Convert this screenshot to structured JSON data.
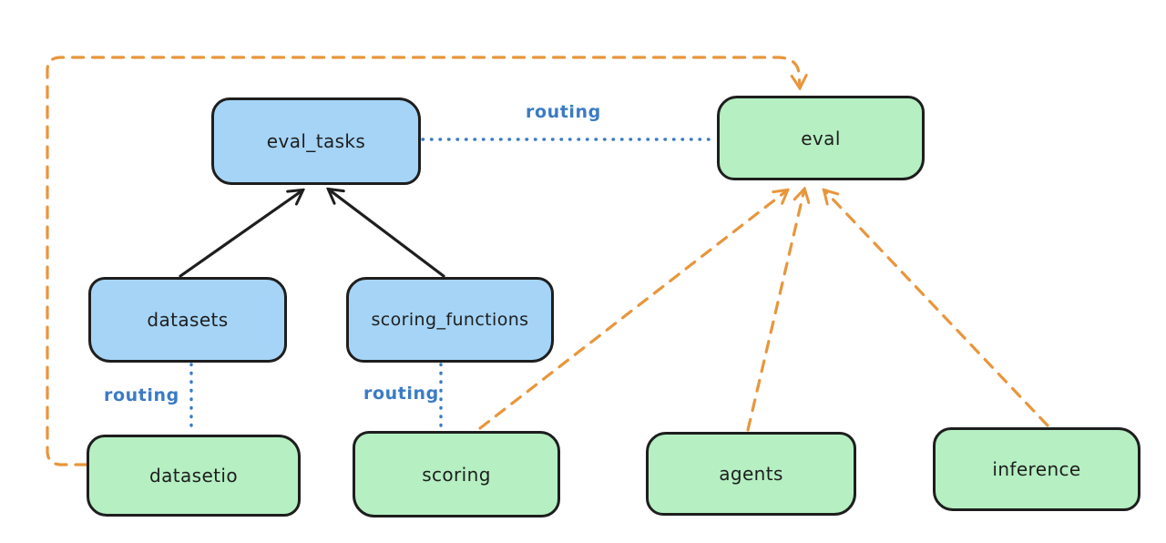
{
  "diagram": {
    "nodes": [
      {
        "id": "eval_tasks",
        "label": "eval_tasks",
        "fill": "blue"
      },
      {
        "id": "eval",
        "label": "eval",
        "fill": "green"
      },
      {
        "id": "datasets",
        "label": "datasets",
        "fill": "blue"
      },
      {
        "id": "scoring_functions",
        "label": "scoring_functions",
        "fill": "blue"
      },
      {
        "id": "datasetio",
        "label": "datasetio",
        "fill": "green"
      },
      {
        "id": "scoring",
        "label": "scoring",
        "fill": "green"
      },
      {
        "id": "agents",
        "label": "agents",
        "fill": "green"
      },
      {
        "id": "inference",
        "label": "inference",
        "fill": "green"
      }
    ],
    "edges": [
      {
        "from": "eval_tasks",
        "to": "eval",
        "style": "dotted",
        "color": "blue",
        "label": "routing"
      },
      {
        "from": "datasets",
        "to": "datasetio",
        "style": "dotted",
        "color": "blue",
        "label": "routing"
      },
      {
        "from": "scoring_functions",
        "to": "scoring",
        "style": "dotted",
        "color": "blue",
        "label": "routing"
      },
      {
        "from": "datasets",
        "to": "eval_tasks",
        "style": "solid",
        "color": "black",
        "label": ""
      },
      {
        "from": "scoring_functions",
        "to": "eval_tasks",
        "style": "solid",
        "color": "black",
        "label": ""
      },
      {
        "from": "datasetio",
        "to": "eval",
        "style": "dashed",
        "color": "orange",
        "label": ""
      },
      {
        "from": "scoring",
        "to": "eval",
        "style": "dashed",
        "color": "orange",
        "label": ""
      },
      {
        "from": "agents",
        "to": "eval",
        "style": "dashed",
        "color": "orange",
        "label": ""
      },
      {
        "from": "inference",
        "to": "eval",
        "style": "dashed",
        "color": "orange",
        "label": ""
      }
    ],
    "colors": {
      "node-blue": "#a5d4f6",
      "node-green": "#b5efc2",
      "border": "#1e1e1e",
      "text": "#1e1e1e",
      "edge-black": "#1e1e1e",
      "edge-blue": "#3b7bc4",
      "edge-orange": "#e8963c"
    }
  }
}
